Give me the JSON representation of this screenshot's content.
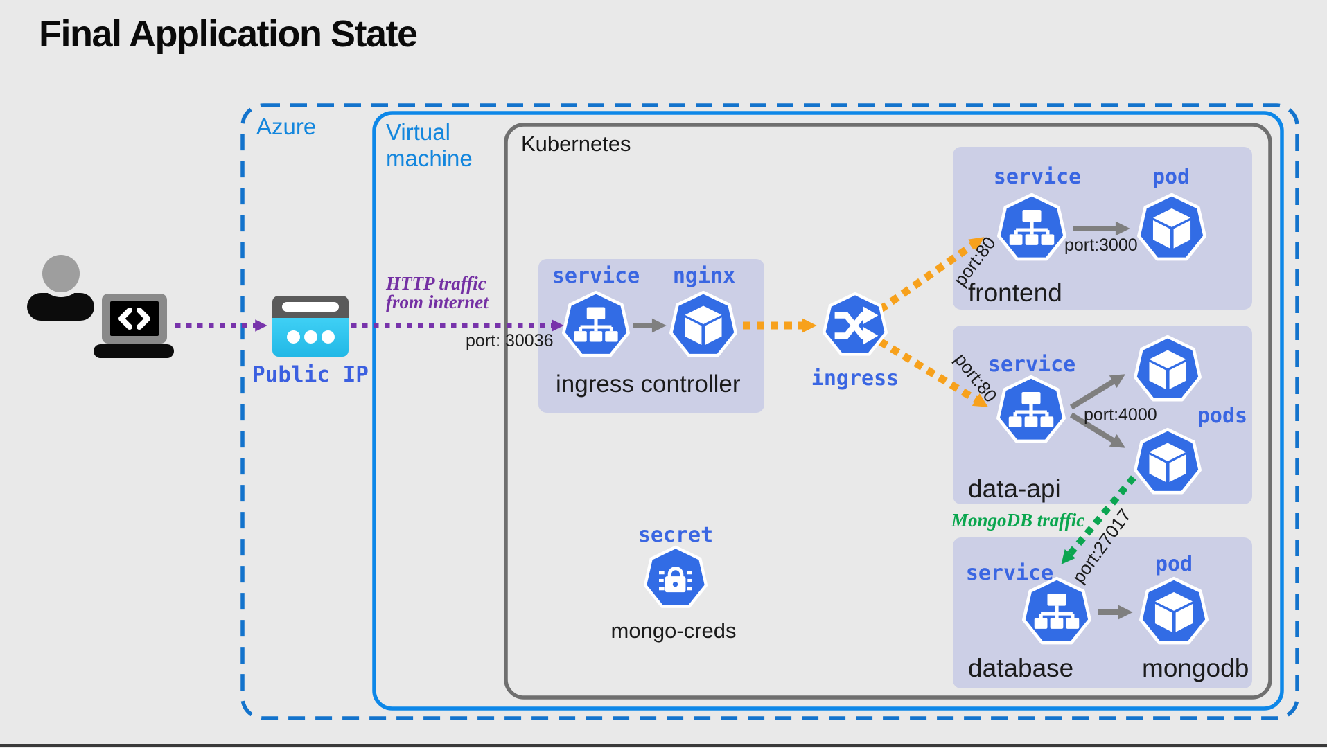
{
  "title": "Final Application State",
  "colors": {
    "kubernetes_blue": "#326ce5",
    "label_blue": "#3a66e2",
    "azure_blue": "#1386dd",
    "box_lavender": "#cccfe6",
    "traffic_purple": "#7833ab",
    "traffic_orange": "#f7a11c",
    "traffic_green": "#0ba550",
    "arrow_gray": "#7f7f7f",
    "public_ip_cyan": "#2cc3ee"
  },
  "azure": {
    "label": "Azure"
  },
  "virtual_machine": {
    "label": "Virtual machine"
  },
  "kubernetes": {
    "label": "Kubernetes"
  },
  "public_ip": {
    "label": "Public IP"
  },
  "traffic": {
    "http_label": "HTTP traffic from internet",
    "port_label": "port: 30036",
    "mongodb_label": "MongoDB traffic",
    "mongodb_port_label": "port:27017"
  },
  "ingress_controller": {
    "service_label": "service",
    "pod_label": "nginx",
    "caption": "ingress controller"
  },
  "ingress": {
    "label": "ingress",
    "frontend_port_label": "port:80",
    "dataapi_port_label": "port:80"
  },
  "frontend": {
    "service_label": "service",
    "pod_label": "pod",
    "port_label": "port:3000",
    "caption": "frontend"
  },
  "data_api": {
    "service_label": "service",
    "pods_label": "pods",
    "port_label": "port:4000",
    "caption": "data-api"
  },
  "database": {
    "service_label": "service",
    "pod_label": "pod",
    "caption": "database",
    "pod_caption": "mongodb"
  },
  "secret": {
    "label": "secret",
    "caption": "mongo-creds"
  }
}
